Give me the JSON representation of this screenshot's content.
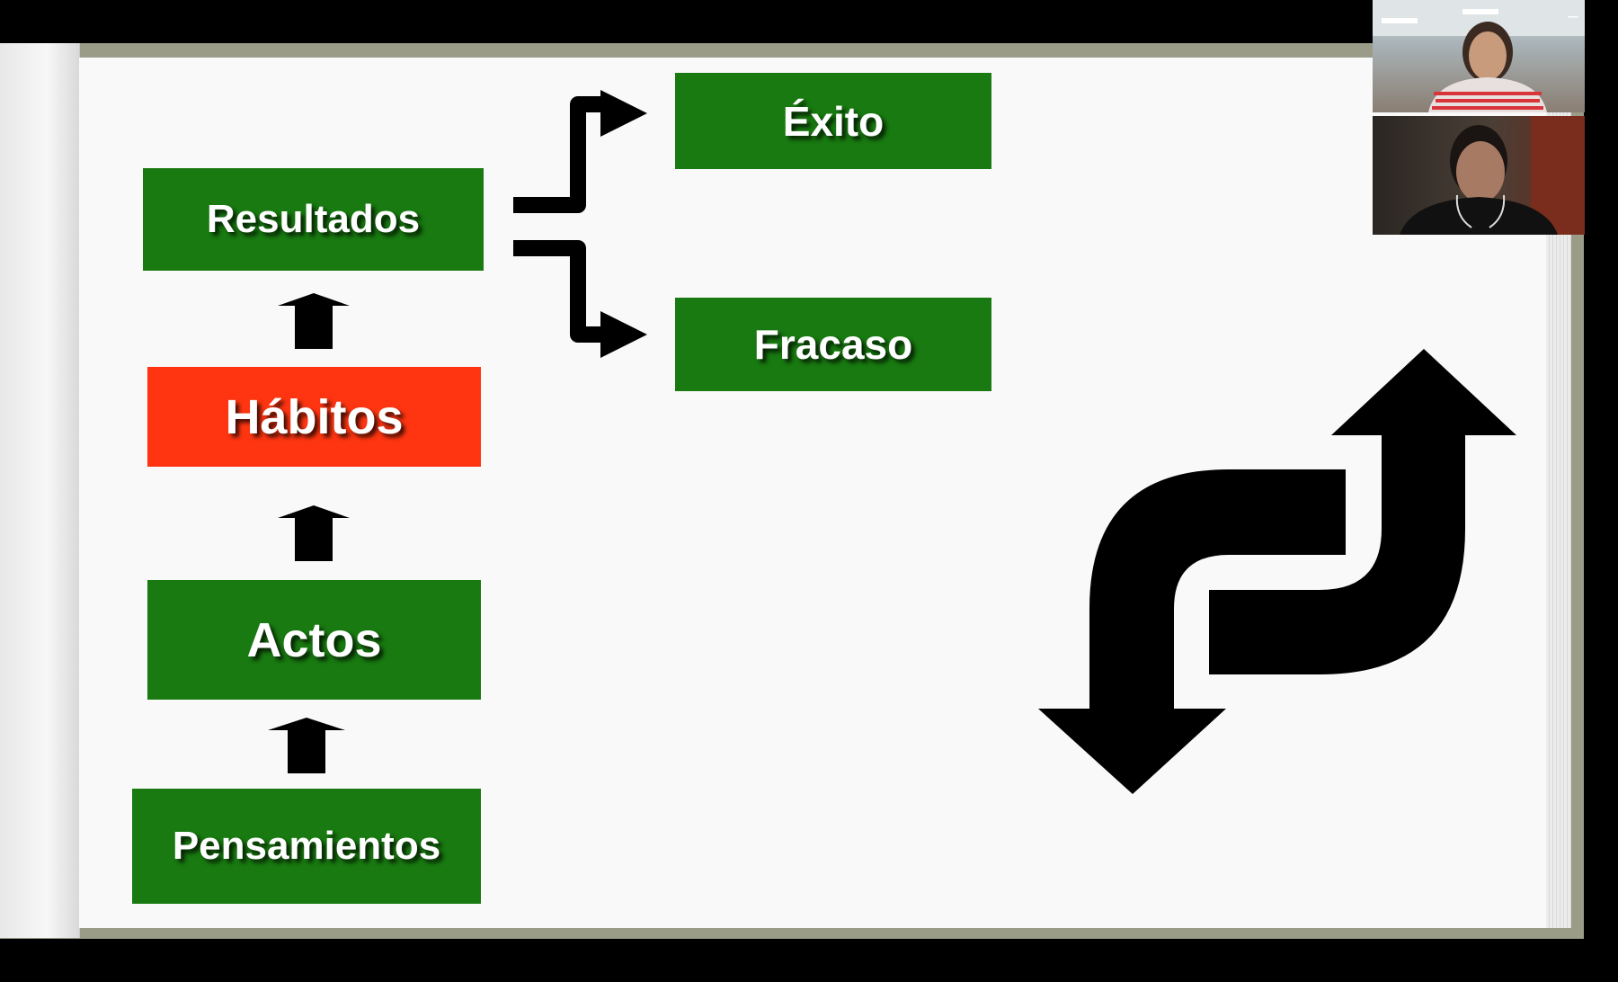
{
  "slide": {
    "boxes": {
      "resultados": "Resultados",
      "habitos": "Hábitos",
      "actos": "Actos",
      "pensamientos": "Pensamientos",
      "exito": "Éxito",
      "fracaso": "Fracaso"
    },
    "colors": {
      "green": "#187a10",
      "red": "#ff3511"
    }
  },
  "video_panel": {
    "participants": [
      {
        "icon": "participant-video-woman"
      },
      {
        "icon": "participant-video-man"
      }
    ],
    "minimize_icon": "minimize-icon",
    "minimize_glyph": "–"
  }
}
